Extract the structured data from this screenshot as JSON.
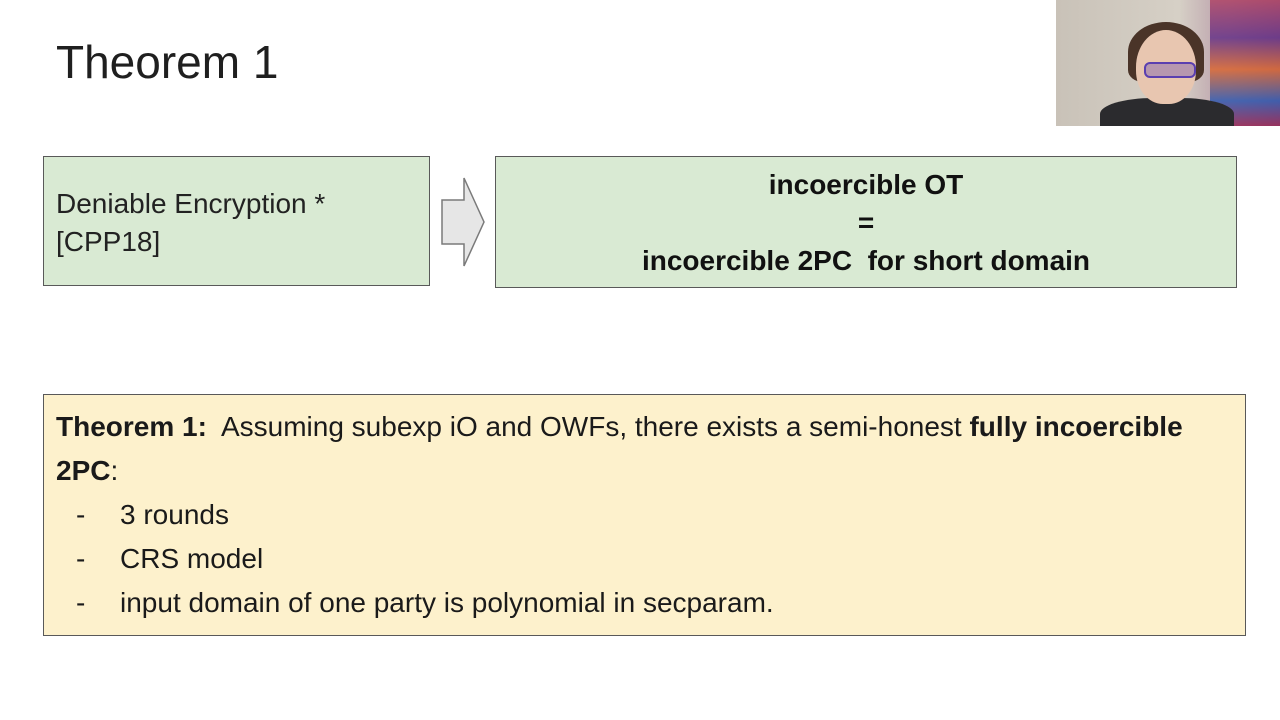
{
  "slide": {
    "title": "Theorem 1",
    "left_box": {
      "line1": "Deniable Encryption *",
      "line2": "[CPP18]"
    },
    "right_box": {
      "line1": "incoercible OT",
      "line2": "=",
      "line3": "incoercible 2PC  for short domain"
    },
    "theorem": {
      "label": "Theorem 1:",
      "statement": "  Assuming subexp iO and OWFs, there exists a semi-honest ",
      "emphasis": "fully incoercible 2PC",
      "suffix": ":",
      "bullets": [
        {
          "dash": "-",
          "text": "3 rounds"
        },
        {
          "dash": "-",
          "text": "CRS model"
        },
        {
          "dash": "-",
          "text": "input domain of one party is polynomial in secparam."
        }
      ]
    }
  },
  "colors": {
    "green_box": "#d9ead3",
    "yellow_box": "#fdf1cc",
    "border": "#595959",
    "arrow_fill": "#e6e6e6"
  },
  "icons": {
    "arrow": "right-arrow-icon"
  }
}
